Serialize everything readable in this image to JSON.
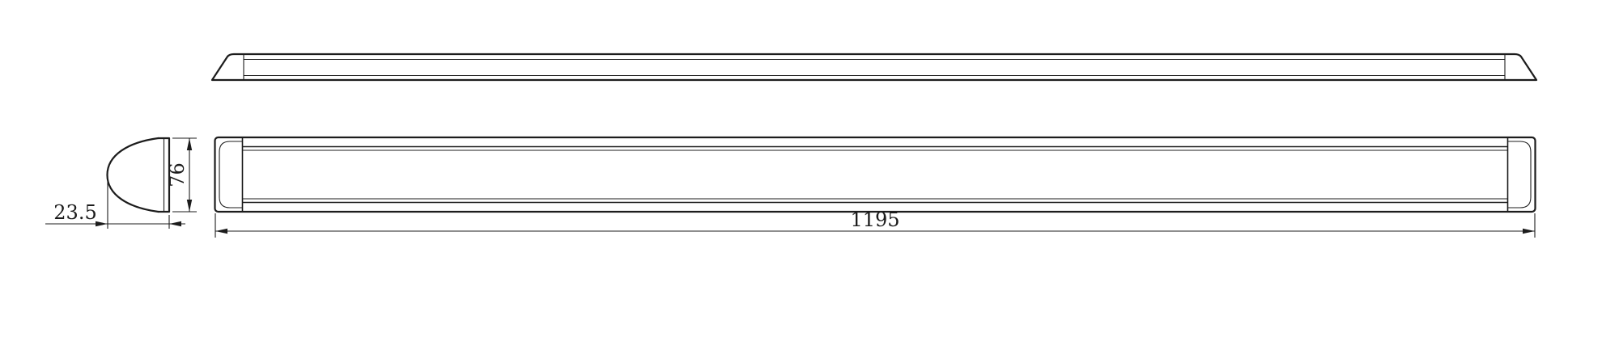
{
  "drawing": {
    "dimensions": {
      "length": "1195",
      "height": "76",
      "depth": "23.5"
    },
    "colors": {
      "line": "#1c1c1c",
      "background": "#ffffff"
    }
  }
}
